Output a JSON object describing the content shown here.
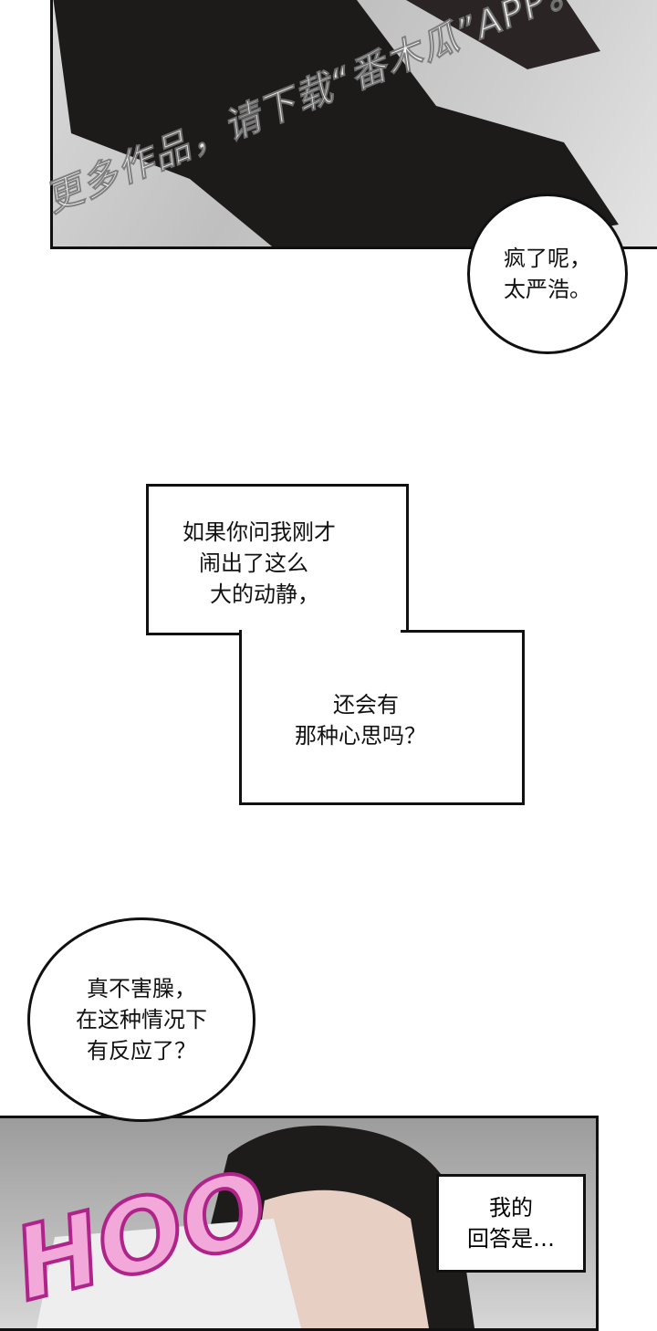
{
  "watermark": "更多作品，请下载“番木瓜”APP。",
  "bubble1": {
    "lines": [
      "疯了呢，",
      "太严浩。"
    ]
  },
  "narration1": {
    "lines": [
      "如果你问我刚才",
      "闹出了这么",
      "大的动静，"
    ]
  },
  "narration2": {
    "lines": [
      "还会有",
      "那种心思吗？"
    ]
  },
  "bubble2": {
    "lines": [
      "真不害臊，",
      "在这种情况下",
      "有反应了？"
    ]
  },
  "narration3": {
    "lines": [
      "我的",
      "回答是…"
    ]
  },
  "sfx": "HOO"
}
